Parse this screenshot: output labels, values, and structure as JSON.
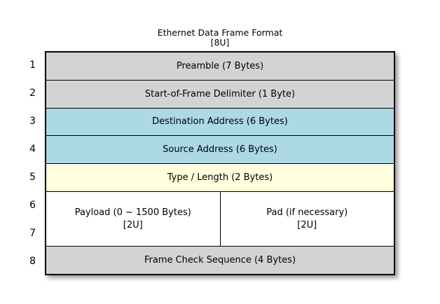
{
  "title": "Ethernet Data Frame Format",
  "subtitle": "[8U]",
  "colors": {
    "gray": "#d3d3d3",
    "blue": "#add8e6",
    "yellow": "#ffffde",
    "white": "#ffffff",
    "border": "#000000",
    "background": "#ffffff"
  },
  "rows": [
    {
      "number": "1",
      "label": "Preamble (7 Bytes)",
      "fill": "#d3d3d3"
    },
    {
      "number": "2",
      "label": "Start-of-Frame Delimiter (1 Byte)",
      "fill": "#d3d3d3"
    },
    {
      "number": "3",
      "label": "Destination Address (6 Bytes)",
      "fill": "#add8e6"
    },
    {
      "number": "4",
      "label": "Source Address (6 Bytes)",
      "fill": "#add8e6"
    },
    {
      "number": "5",
      "label": "Type / Length (2 Bytes)",
      "fill": "#ffffde"
    },
    {
      "numbers": [
        "6",
        "7"
      ],
      "fill": "#ffffff",
      "cells": [
        {
          "label": "Payload (0 ~ 1500 Bytes)",
          "annotation": "[2U]"
        },
        {
          "label": "Pad (if necessary)",
          "annotation": "[2U]"
        }
      ]
    },
    {
      "number": "8",
      "label": "Frame Check Sequence (4 Bytes)",
      "fill": "#d3d3d3"
    }
  ]
}
